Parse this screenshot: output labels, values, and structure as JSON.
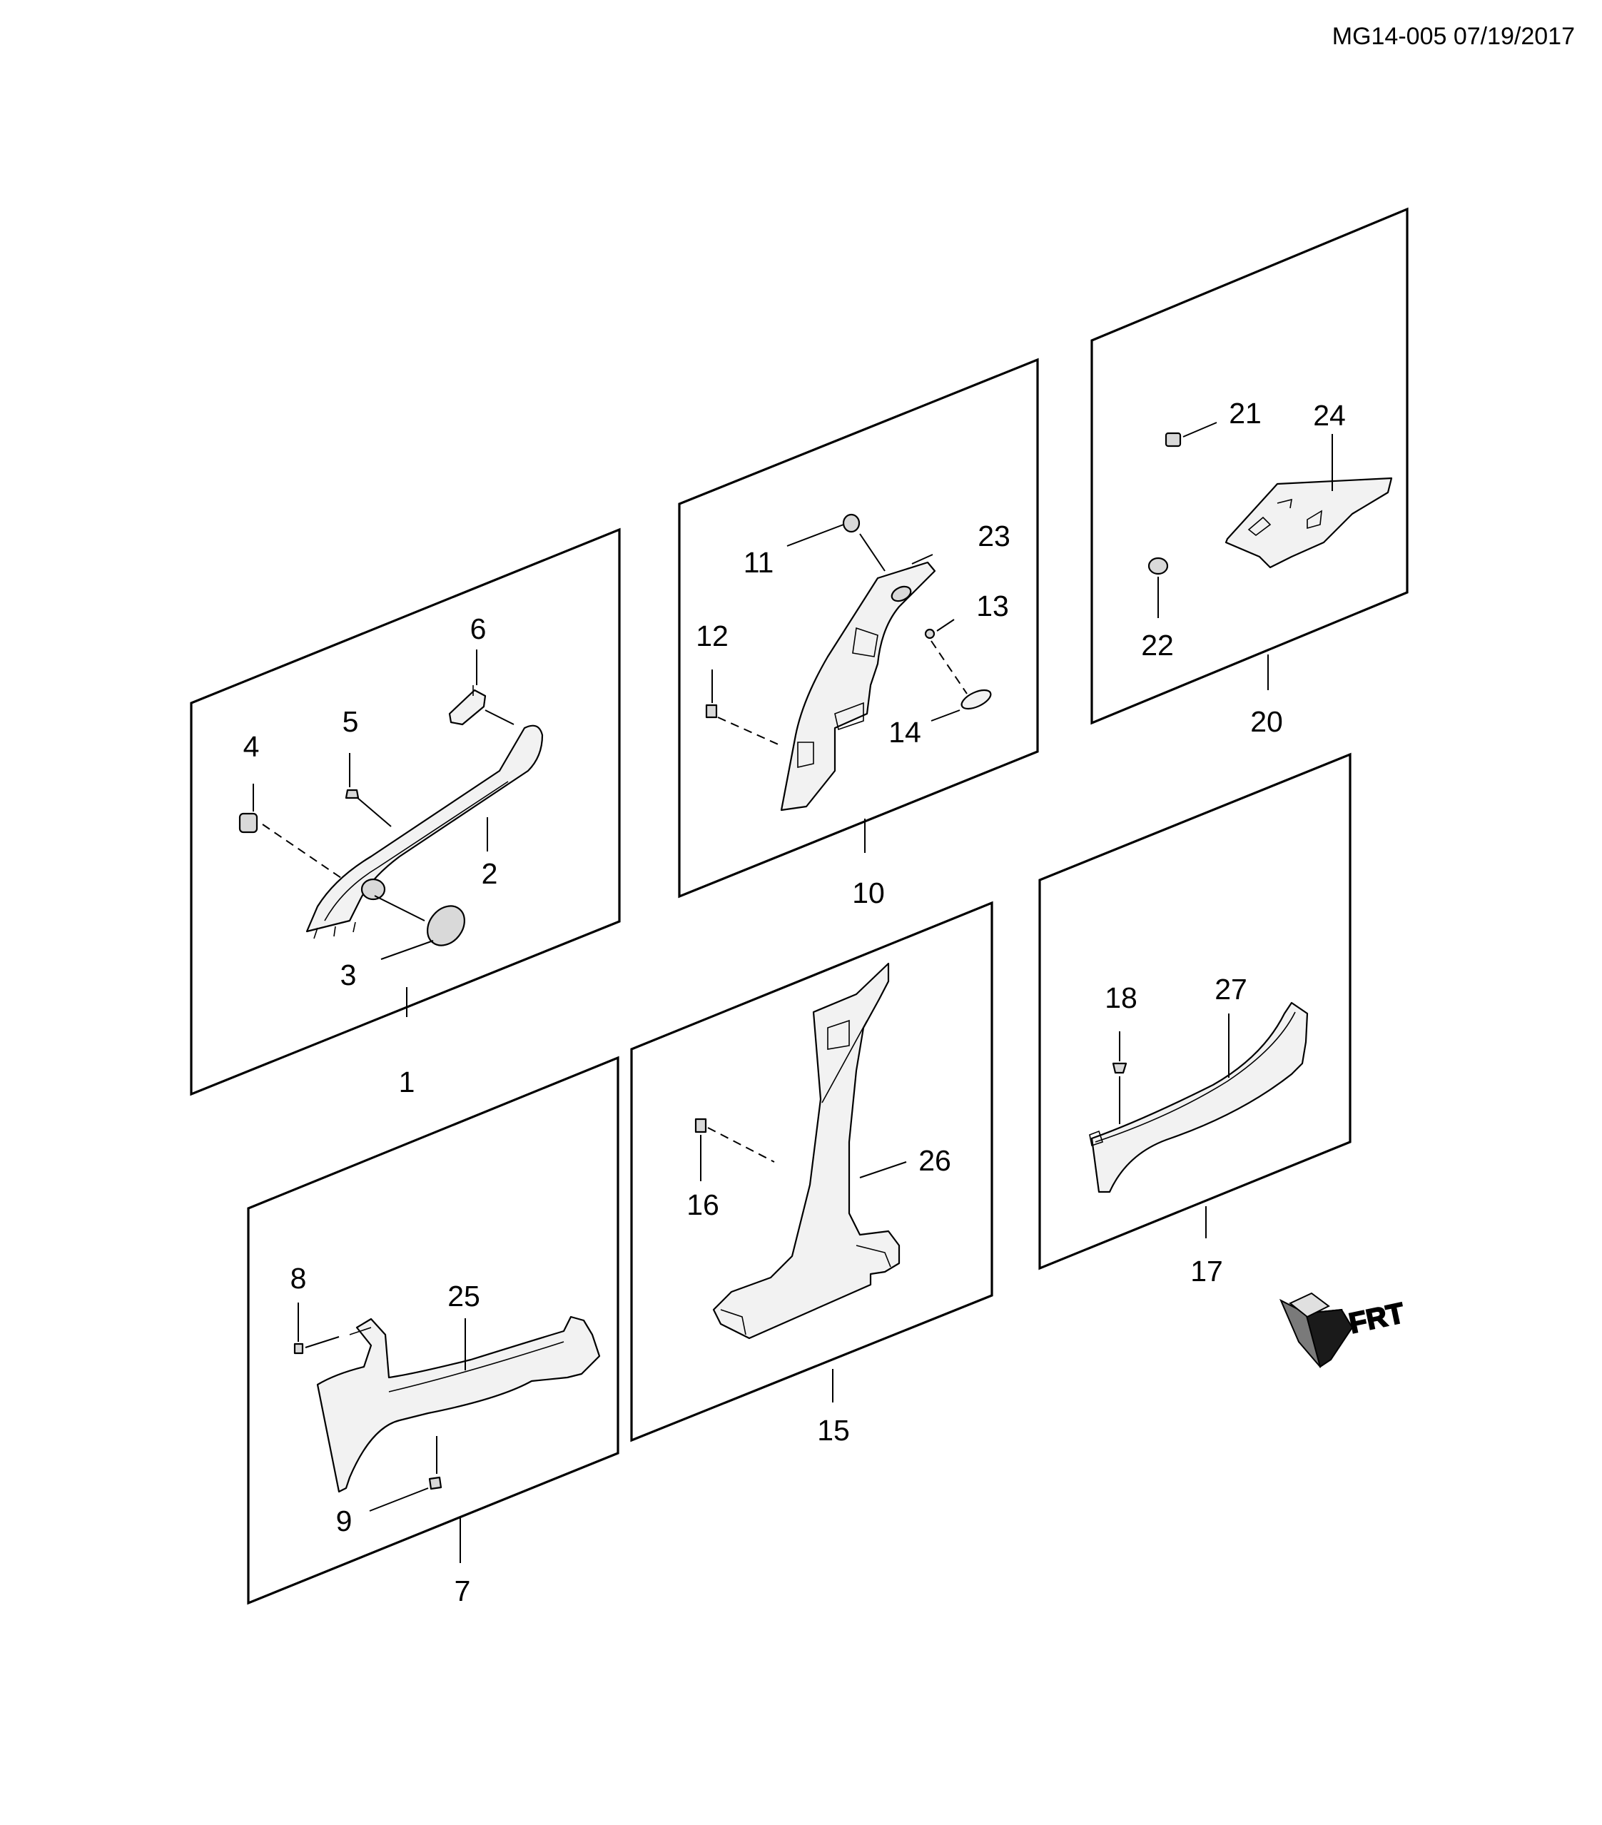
{
  "header": {
    "doc_id": "MG14-005 07/19/2017"
  },
  "callouts": {
    "c1": "1",
    "c2": "2",
    "c3": "3",
    "c4": "4",
    "c5": "5",
    "c6": "6",
    "c7": "7",
    "c8": "8",
    "c9": "9",
    "c10": "10",
    "c11": "11",
    "c12": "12",
    "c13": "13",
    "c14": "14",
    "c15": "15",
    "c16": "16",
    "c17": "17",
    "c18": "18",
    "c20": "20",
    "c21": "21",
    "c22": "22",
    "c23": "23",
    "c24": "24",
    "c25": "25",
    "c26": "26",
    "c27": "27"
  },
  "front_indicator": {
    "label": "FRT"
  }
}
